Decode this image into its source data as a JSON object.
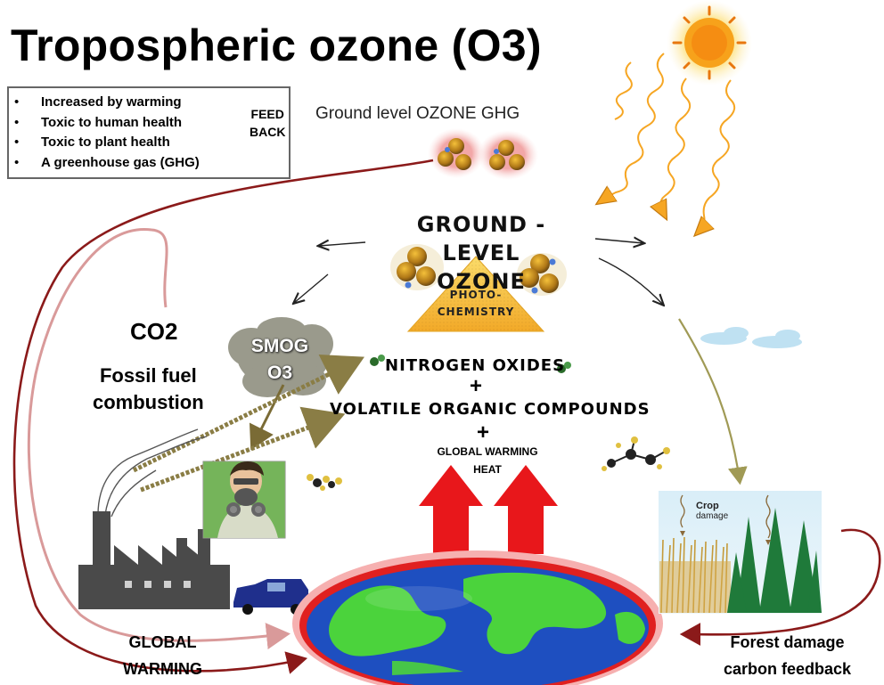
{
  "title": "Tropospheric ozone (O3)",
  "bullets": [
    "Increased by warming",
    "Toxic to human health",
    "Toxic to plant health",
    "A greenhouse gas (GHG)"
  ],
  "feedback": {
    "line1": "FEED",
    "line2": "BACK"
  },
  "ground_level_ghg": "Ground level OZONE GHG",
  "ozone_center": {
    "line1": "GROUND - LEVEL",
    "line2": "OZONE"
  },
  "photochemistry": {
    "line1": "PHOTO-",
    "line2": "CHEMISTRY"
  },
  "co2": "CO2",
  "fossil": {
    "line1": "Fossil fuel",
    "line2": "combustion"
  },
  "smog": {
    "line1": "SMOG",
    "line2": "O3"
  },
  "precursors": {
    "nox": "NITROGEN OXIDES",
    "plus": "+",
    "voc": "VOLATILE ORGANIC COMPOUNDS",
    "gw_line1": "GLOBAL WARMING",
    "gw_line2": "HEAT"
  },
  "crop": {
    "line1": "Crop",
    "line2": "damage"
  },
  "global_warming": {
    "line1": "GLOBAL",
    "line2": "WARMING"
  },
  "forest_damage": {
    "line1": "Forest damage",
    "line2": "carbon feedback"
  },
  "colors": {
    "feedback_arrow": "#8b1a1a",
    "pink_arrow": "#e8a9a9",
    "heat_arrow": "#e8171b",
    "ozone_molecule": "#c98a1a",
    "sun": "#f7a21b",
    "earth_ocean": "#1e4fc0",
    "earth_land": "#4bd33c",
    "olive_arrow": "#a09a55",
    "pyramid": "#f6bf3a"
  }
}
